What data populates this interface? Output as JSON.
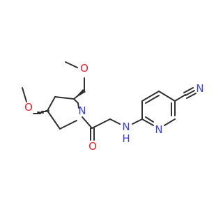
{
  "molecule": {
    "atom_labels": {
      "methoxymethyl_oxygen": "O",
      "ring_methoxy_oxygen": "O",
      "amide_nitrogen": "N",
      "carbonyl_oxygen": "O",
      "amine_nitrogen": "N",
      "amine_hydrogen": "H",
      "pyridine_nitrogen": "N",
      "nitrile_nitrogen": "N"
    },
    "colors": {
      "carbon_bond": "#303030",
      "oxygen": "#e8212a",
      "nitrogen": "#3c43d8"
    }
  }
}
